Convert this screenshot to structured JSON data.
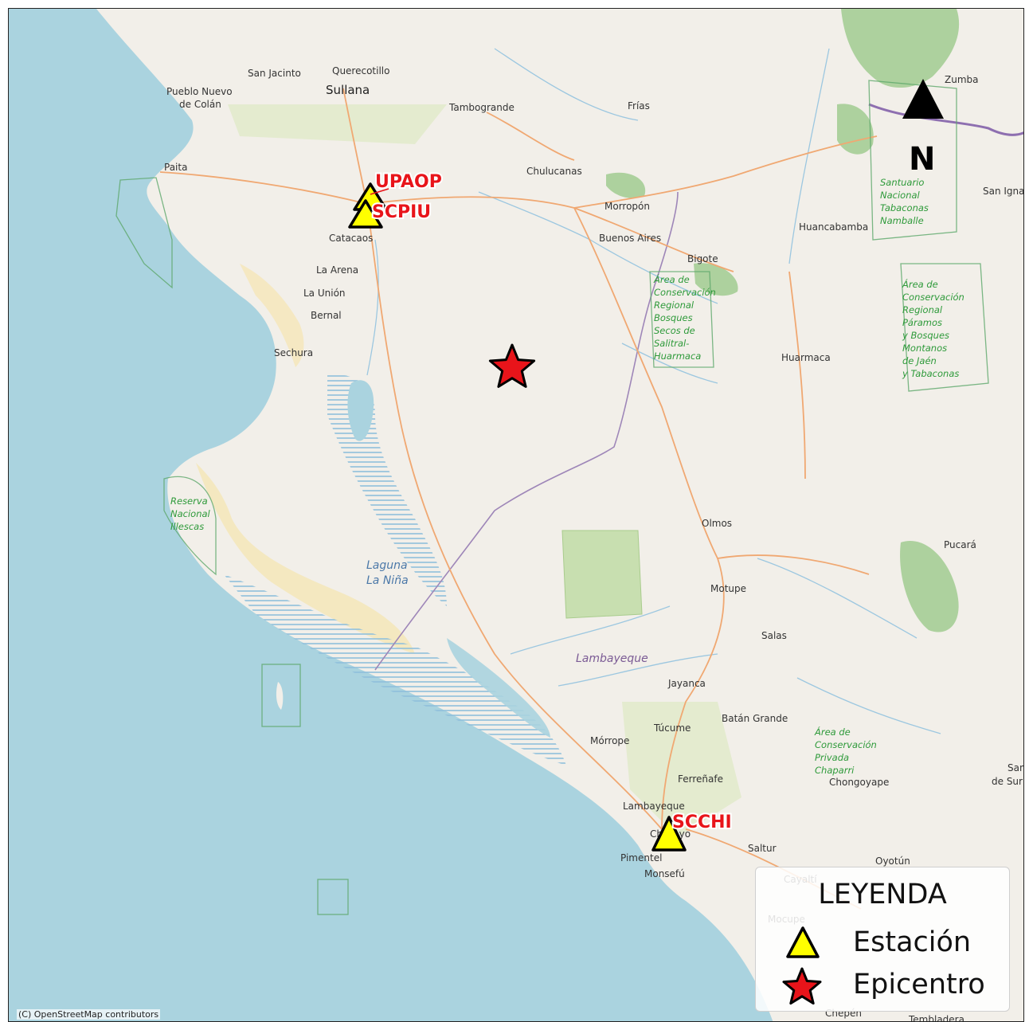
{
  "map": {
    "colors": {
      "sea": "#aad3df",
      "land": "#f2efe9",
      "desert_sand": "#f5e6b8",
      "forest": "#add19e",
      "park_green": "#5ca86a",
      "road": "#f0a872",
      "river": "#9cc7e0",
      "border": "#9e86b8",
      "station_fill": "#ffff00",
      "epicenter_fill": "#e8141a",
      "label_red": "#e8141a"
    },
    "places": [
      {
        "name": "San Jacinto"
      },
      {
        "name": "Querecotillo"
      },
      {
        "name": "Pueblo Nuevo"
      },
      {
        "name": "de Colán"
      },
      {
        "name": "Sullana"
      },
      {
        "name": "Tambogrande"
      },
      {
        "name": "Frías"
      },
      {
        "name": "Zumba"
      },
      {
        "name": "Paita"
      },
      {
        "name": "Chulucanas"
      },
      {
        "name": "San Igna"
      },
      {
        "name": "Morropón"
      },
      {
        "name": "Catacaos"
      },
      {
        "name": "Buenos Aires"
      },
      {
        "name": "Huancabamba"
      },
      {
        "name": "Bigote"
      },
      {
        "name": "La Arena"
      },
      {
        "name": "La Unión"
      },
      {
        "name": "Bernal"
      },
      {
        "name": "Sechura"
      },
      {
        "name": "Huarmaca"
      },
      {
        "name": "Olmos"
      },
      {
        "name": "Pucará"
      },
      {
        "name": "Motupe"
      },
      {
        "name": "Salas"
      },
      {
        "name": "Jayanca"
      },
      {
        "name": "Túcume"
      },
      {
        "name": "Batán Grande"
      },
      {
        "name": "Mórrope"
      },
      {
        "name": "Ferreñafe"
      },
      {
        "name": "Chongoyape"
      },
      {
        "name": "Lambayeque"
      },
      {
        "name": "Pimentel"
      },
      {
        "name": "Monsefú"
      },
      {
        "name": "Saltur"
      },
      {
        "name": "Oyotún"
      },
      {
        "name": "Cayaltí"
      },
      {
        "name": "Mocupe"
      },
      {
        "name": "Chepén"
      },
      {
        "name": "Tembladera"
      },
      {
        "name": "San"
      },
      {
        "name": "de Sur"
      },
      {
        "name": "Chiclayo"
      }
    ],
    "parks": [
      {
        "lines": [
          "Santuario",
          "Nacional",
          "Tabaconas",
          "Namballe"
        ]
      },
      {
        "lines": [
          "Área de",
          "Conservación",
          "Regional",
          "Bosques",
          "Secos de",
          "Salitral-",
          "Huarmaca"
        ]
      },
      {
        "lines": [
          "Área de",
          "Conservación",
          "Regional",
          "Páramos",
          "y Bosques",
          "Montanos",
          "de Jaén",
          "y Tabaconas"
        ]
      },
      {
        "lines": [
          "Reserva",
          "Nacional",
          "Illescas"
        ]
      },
      {
        "lines": [
          "Área de",
          "Conservación",
          "Privada",
          "Chaparri"
        ]
      }
    ],
    "region_label": "Lambayeque",
    "lagoon_label": [
      "Laguna",
      "La Niña"
    ],
    "stations": [
      {
        "code": "UPAOP"
      },
      {
        "code": "SCPIU"
      },
      {
        "code": "SCCHI"
      }
    ],
    "epicenter": {
      "symbol": "star"
    },
    "north_label": "N"
  },
  "legend": {
    "title": "LEYENDA",
    "station_label": "Estación",
    "epicenter_label": "Epicentro"
  },
  "credit": "(C) OpenStreetMap contributors"
}
